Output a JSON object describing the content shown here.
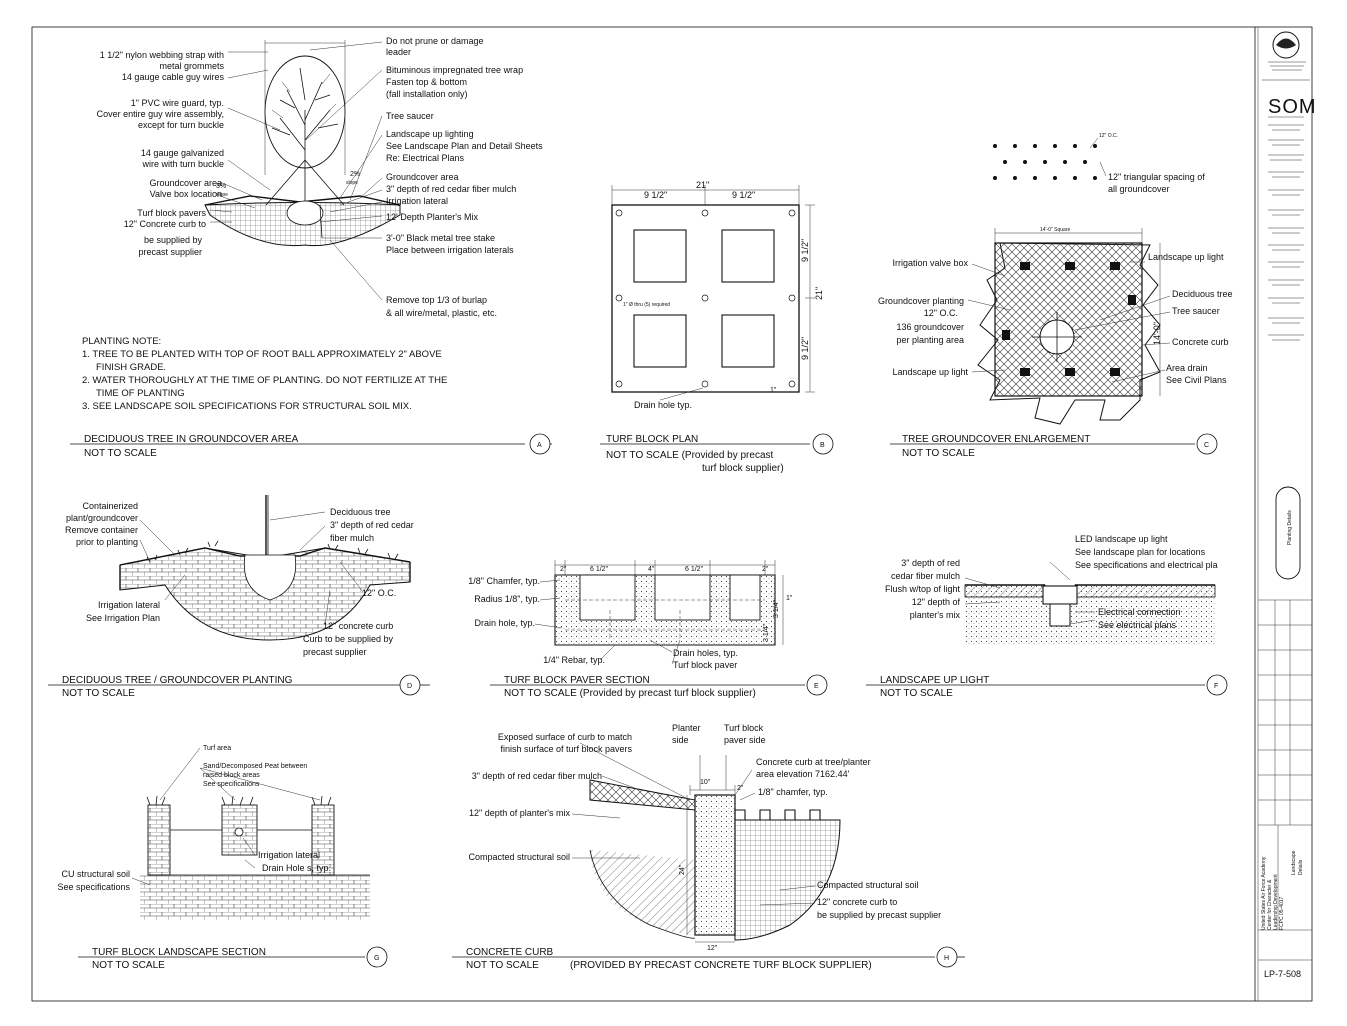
{
  "details": {
    "a": {
      "title": "DECIDUOUS TREE IN GROUNDCOVER AREA",
      "scale": "NOT TO SCALE",
      "id": "A",
      "labels_left": [
        "1 1/2\" nylon webbing strap with",
        "metal grommets",
        "14 gauge cable guy wires",
        "1\" PVC wire guard, typ.",
        "Cover entire guy wire assembly,",
        "except for turn buckle",
        "14 gauge galvanized",
        "wire with turn buckle",
        "Groundcover area",
        "Valve box location",
        "Turf block pavers",
        "12\" Concrete curb to",
        "be supplied by",
        "precast supplier"
      ],
      "labels_right": [
        "Do not prune or damage",
        "leader",
        "Bituminous impregnated tree wrap",
        "Fasten top & bottom",
        "(fall installation only)",
        "Tree saucer",
        "Landscape up lighting",
        "See Landscape Plan and Detail Sheets",
        "Re: Electrical Plans",
        "Groundcover area",
        "3\" depth of red cedar fiber mulch",
        "Irrigation lateral",
        "12' Depth Planter's Mix",
        "3'-0\" Black metal tree stake",
        "Place between irrigation laterals",
        "Remove top 1/3 of burlap",
        "& all wire/metal, plastic, etc."
      ],
      "slope_left": "3%",
      "slope_left_sub": "slope",
      "slope_right": "2%",
      "slope_right_sub": "slope",
      "planting_note": [
        "PLANTING NOTE:",
        "1. TREE TO BE PLANTED WITH TOP OF ROOT BALL APPROXIMATELY 2\" ABOVE",
        "FINISH GRADE.",
        "2. WATER THOROUGHLY AT THE TIME OF PLANTING.  DO NOT FERTILIZE AT THE",
        "TIME OF PLANTING",
        "3. SEE LANDSCAPE SOIL SPECIFICATIONS FOR  STRUCTURAL SOIL MIX."
      ]
    },
    "b": {
      "title": "TURF BLOCK PLAN",
      "scale": "NOT TO SCALE  (Provided by precast",
      "scale2": "turf block supplier)",
      "id": "B",
      "dim_top": "21\"",
      "dim_left": "9 1/2\"",
      "dim_right": "9 1/2\"",
      "dim_side_top": "9 1/2\"",
      "dim_side_total": "21\"",
      "dim_side_bottom": "9 1/2\"",
      "dim_corner": "1\"",
      "center_note": "1\" Ø thru (5) required",
      "drain": "Drain hole typ."
    },
    "c": {
      "title": "TREE GROUNDCOVER ENLARGEMENT",
      "scale": "NOT TO SCALE",
      "id": "C",
      "spacing_note": [
        "12\" triangular spacing of",
        "all groundcover"
      ],
      "oc_label": "12\" O.C.",
      "labels_left": [
        "Irrigation valve box",
        "Groundcover planting",
        "12\" O.C.",
        "136 groundcover",
        "per planting area",
        "Landscape up light"
      ],
      "labels_right": [
        "Landscape up light",
        "Deciduous tree",
        "Tree saucer",
        "Concrete curb",
        "Area drain",
        "See Civil Plans"
      ],
      "dim_top": "14'-0\" Square",
      "dim_side": "14'-0\""
    },
    "d": {
      "title": "DECIDUOUS TREE / GROUNDCOVER PLANTING",
      "scale": "NOT TO SCALE",
      "id": "D",
      "labels_left": [
        "Containerized",
        "plant/groundcover",
        "Remove container",
        "prior to planting",
        "Irrigation lateral",
        "See Irrigation Plan"
      ],
      "labels_right": [
        "Deciduous tree",
        "3\" depth of red cedar",
        "fiber mulch",
        "12\" O.C.",
        "12\" concrete curb",
        "Curb to be supplied by",
        "precast supplier"
      ]
    },
    "e": {
      "title": "TURF BLOCK PAVER SECTION",
      "scale": "NOT TO SCALE  (Provided by precast turf block supplier)",
      "id": "E",
      "dims": [
        "2\"",
        "6 1/2\"",
        "4\"",
        "6 1/2\"",
        "2\""
      ],
      "dim_side": [
        "1\"",
        "3 1/4\"",
        "3 1/4\""
      ],
      "labels_left": [
        "1/8\" Chamfer, typ.",
        "Radius 1/8\", typ.",
        "Drain hole, typ.",
        "1/4\" Rebar, typ."
      ],
      "labels_right": [
        "Drain holes, typ.",
        "Turf block paver"
      ]
    },
    "f": {
      "title": "LANDSCAPE UP LIGHT",
      "scale": "NOT TO SCALE",
      "id": "F",
      "labels_left": [
        "3\" depth of red",
        "cedar fiber mulch",
        "Flush w/top of light",
        "12\" depth of",
        "planter's mix"
      ],
      "labels_right": [
        "LED landscape up light",
        "See landscape plan for locations",
        "See specifications and electrical pla",
        "Electrical connection",
        "See electrical plans"
      ]
    },
    "g": {
      "title": "TURF BLOCK LANDSCAPE SECTION",
      "scale": "NOT TO SCALE",
      "id": "G",
      "labels": [
        "Turf area",
        "Sand/Decomposed Peat between",
        "raised block areas",
        "See specifications",
        "Irrigation lateral",
        "Drain Hole s, typ.",
        "CU structural soil",
        "See specifications"
      ]
    },
    "h": {
      "title": "CONCRETE CURB",
      "scale": "NOT TO SCALE",
      "scale_note": "(PROVIDED BY PRECAST CONCRETE TURF BLOCK SUPPLIER)",
      "id": "H",
      "top_labels": [
        "Planter",
        "side",
        "Turf block",
        "paver side"
      ],
      "labels_left": [
        "Exposed surface of curb to match",
        "finish surface of turf block pavers",
        "3\" depth of red cedar fiber mulch",
        "12\" depth of planter's mix",
        "Compacted structural soil"
      ],
      "labels_right": [
        "Concrete curb at tree/planter",
        "area elevation 7162.44'",
        "1/8\" chamfer, typ.",
        "Compacted structural soil",
        "12\" concrete curb to",
        "be supplied by precast supplier"
      ],
      "dims": [
        "10\"",
        "2\"",
        "24\"",
        "12\""
      ]
    }
  },
  "title_block": {
    "firm": "SOM",
    "project_lines": [
      "United States Air Force Academy",
      "Center for Character &",
      "Leadership Development",
      "FCPC 05-4017"
    ],
    "sheet_title": [
      "Landscape",
      "Details"
    ],
    "sheet_number": "LP-7-508",
    "vertical_label": "Planting Details"
  }
}
